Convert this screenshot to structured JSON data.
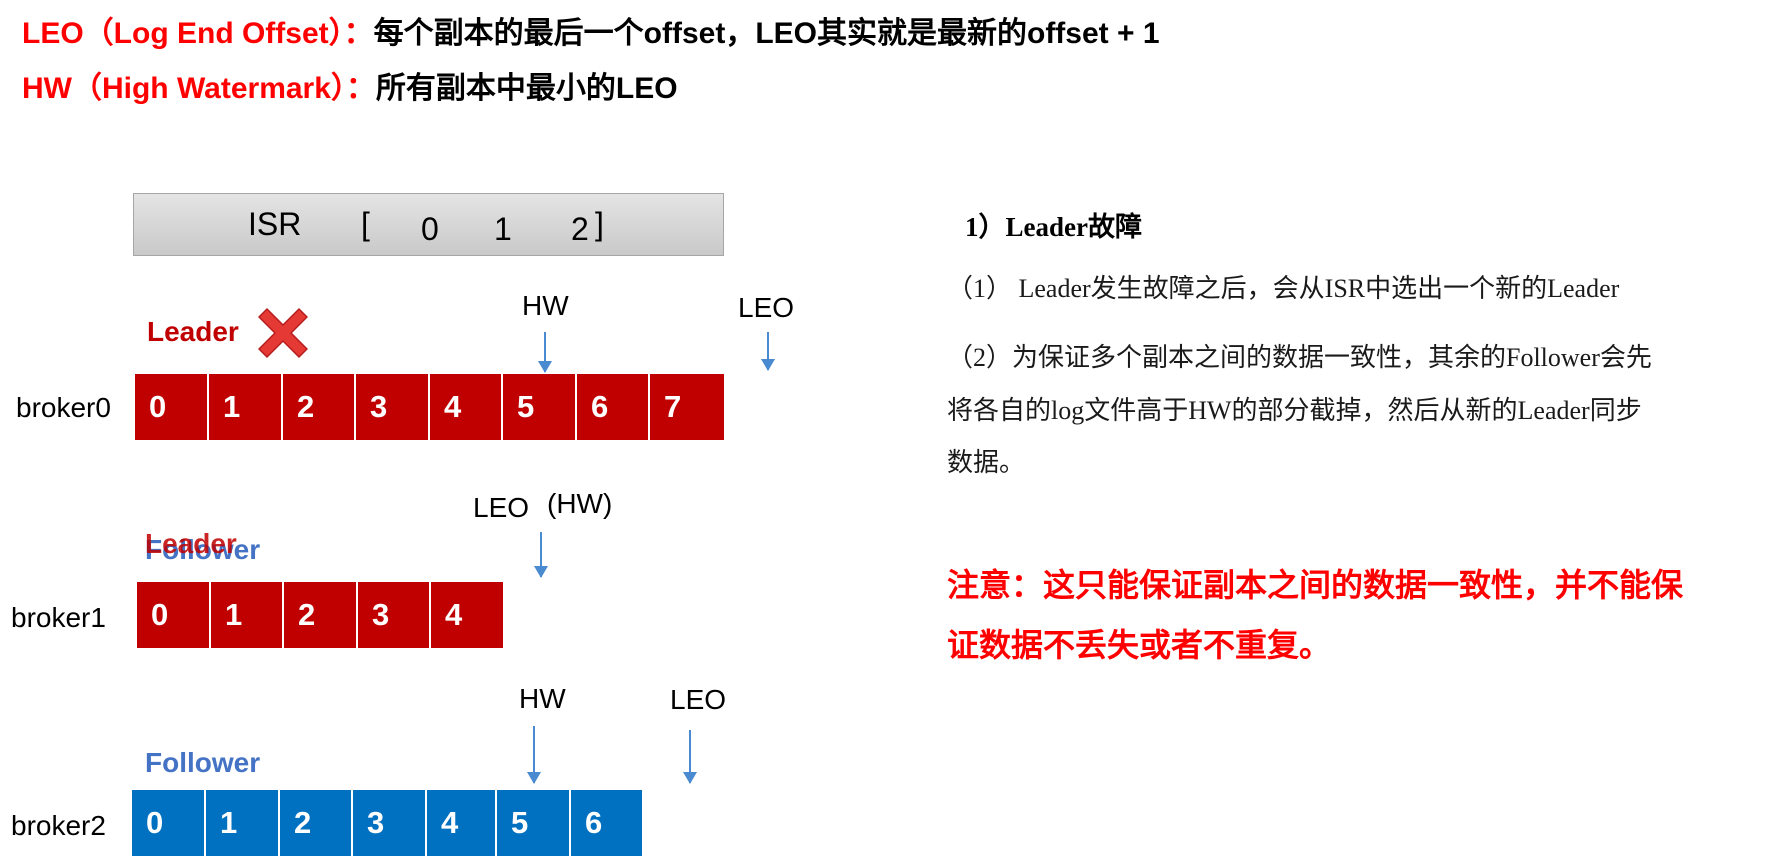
{
  "definitions": {
    "leo": {
      "term": "LEO（Log End Offset）：",
      "desc": "每个副本的最后一个offset，LEO其实就是最新的offset + 1"
    },
    "hw": {
      "term": "HW（High Watermark）：",
      "desc": "所有副本中最小的LEO"
    }
  },
  "isr": {
    "label": "ISR",
    "open": "[",
    "replicas": [
      "0",
      "1",
      "2"
    ],
    "close": "]"
  },
  "brokers": [
    {
      "name": "broker0",
      "role": "Leader",
      "failed": true,
      "color": "#c00000",
      "cells": [
        "0",
        "1",
        "2",
        "3",
        "4",
        "5",
        "6",
        "7"
      ],
      "pointers": {
        "hw": "HW",
        "leo": "LEO"
      }
    },
    {
      "name": "broker1",
      "role_back": "Follower",
      "role_front": "Leader",
      "color": "#c00000",
      "cells": [
        "0",
        "1",
        "2",
        "3",
        "4"
      ],
      "pointers": {
        "leo": "LEO",
        "hw": "(HW)"
      }
    },
    {
      "name": "broker2",
      "role": "Follower",
      "color": "#0070c0",
      "cells": [
        "0",
        "1",
        "2",
        "3",
        "4",
        "5",
        "6"
      ],
      "pointers": {
        "hw": "HW",
        "leo": "LEO"
      }
    }
  ],
  "colors": {
    "leader": "#c00000",
    "follower_cells": "#0070c0",
    "follower_text": "#4472c4",
    "arrow": "#4a8ad0",
    "failure_x": "#e53935"
  },
  "explanation": {
    "title": "1）Leader故障",
    "p1": "（1） Leader发生故障之后，会从ISR中选出一个新的Leader",
    "p2_lines": [
      "（2）为保证多个副本之间的数据一致性，其余的Follower会先",
      "将各自的log文件高于HW的部分截掉，然后从新的Leader同步",
      "数据。"
    ],
    "note_lines": [
      "注意：这只能保证副本之间的数据一致性，并不能保",
      "证数据不丢失或者不重复。"
    ]
  }
}
